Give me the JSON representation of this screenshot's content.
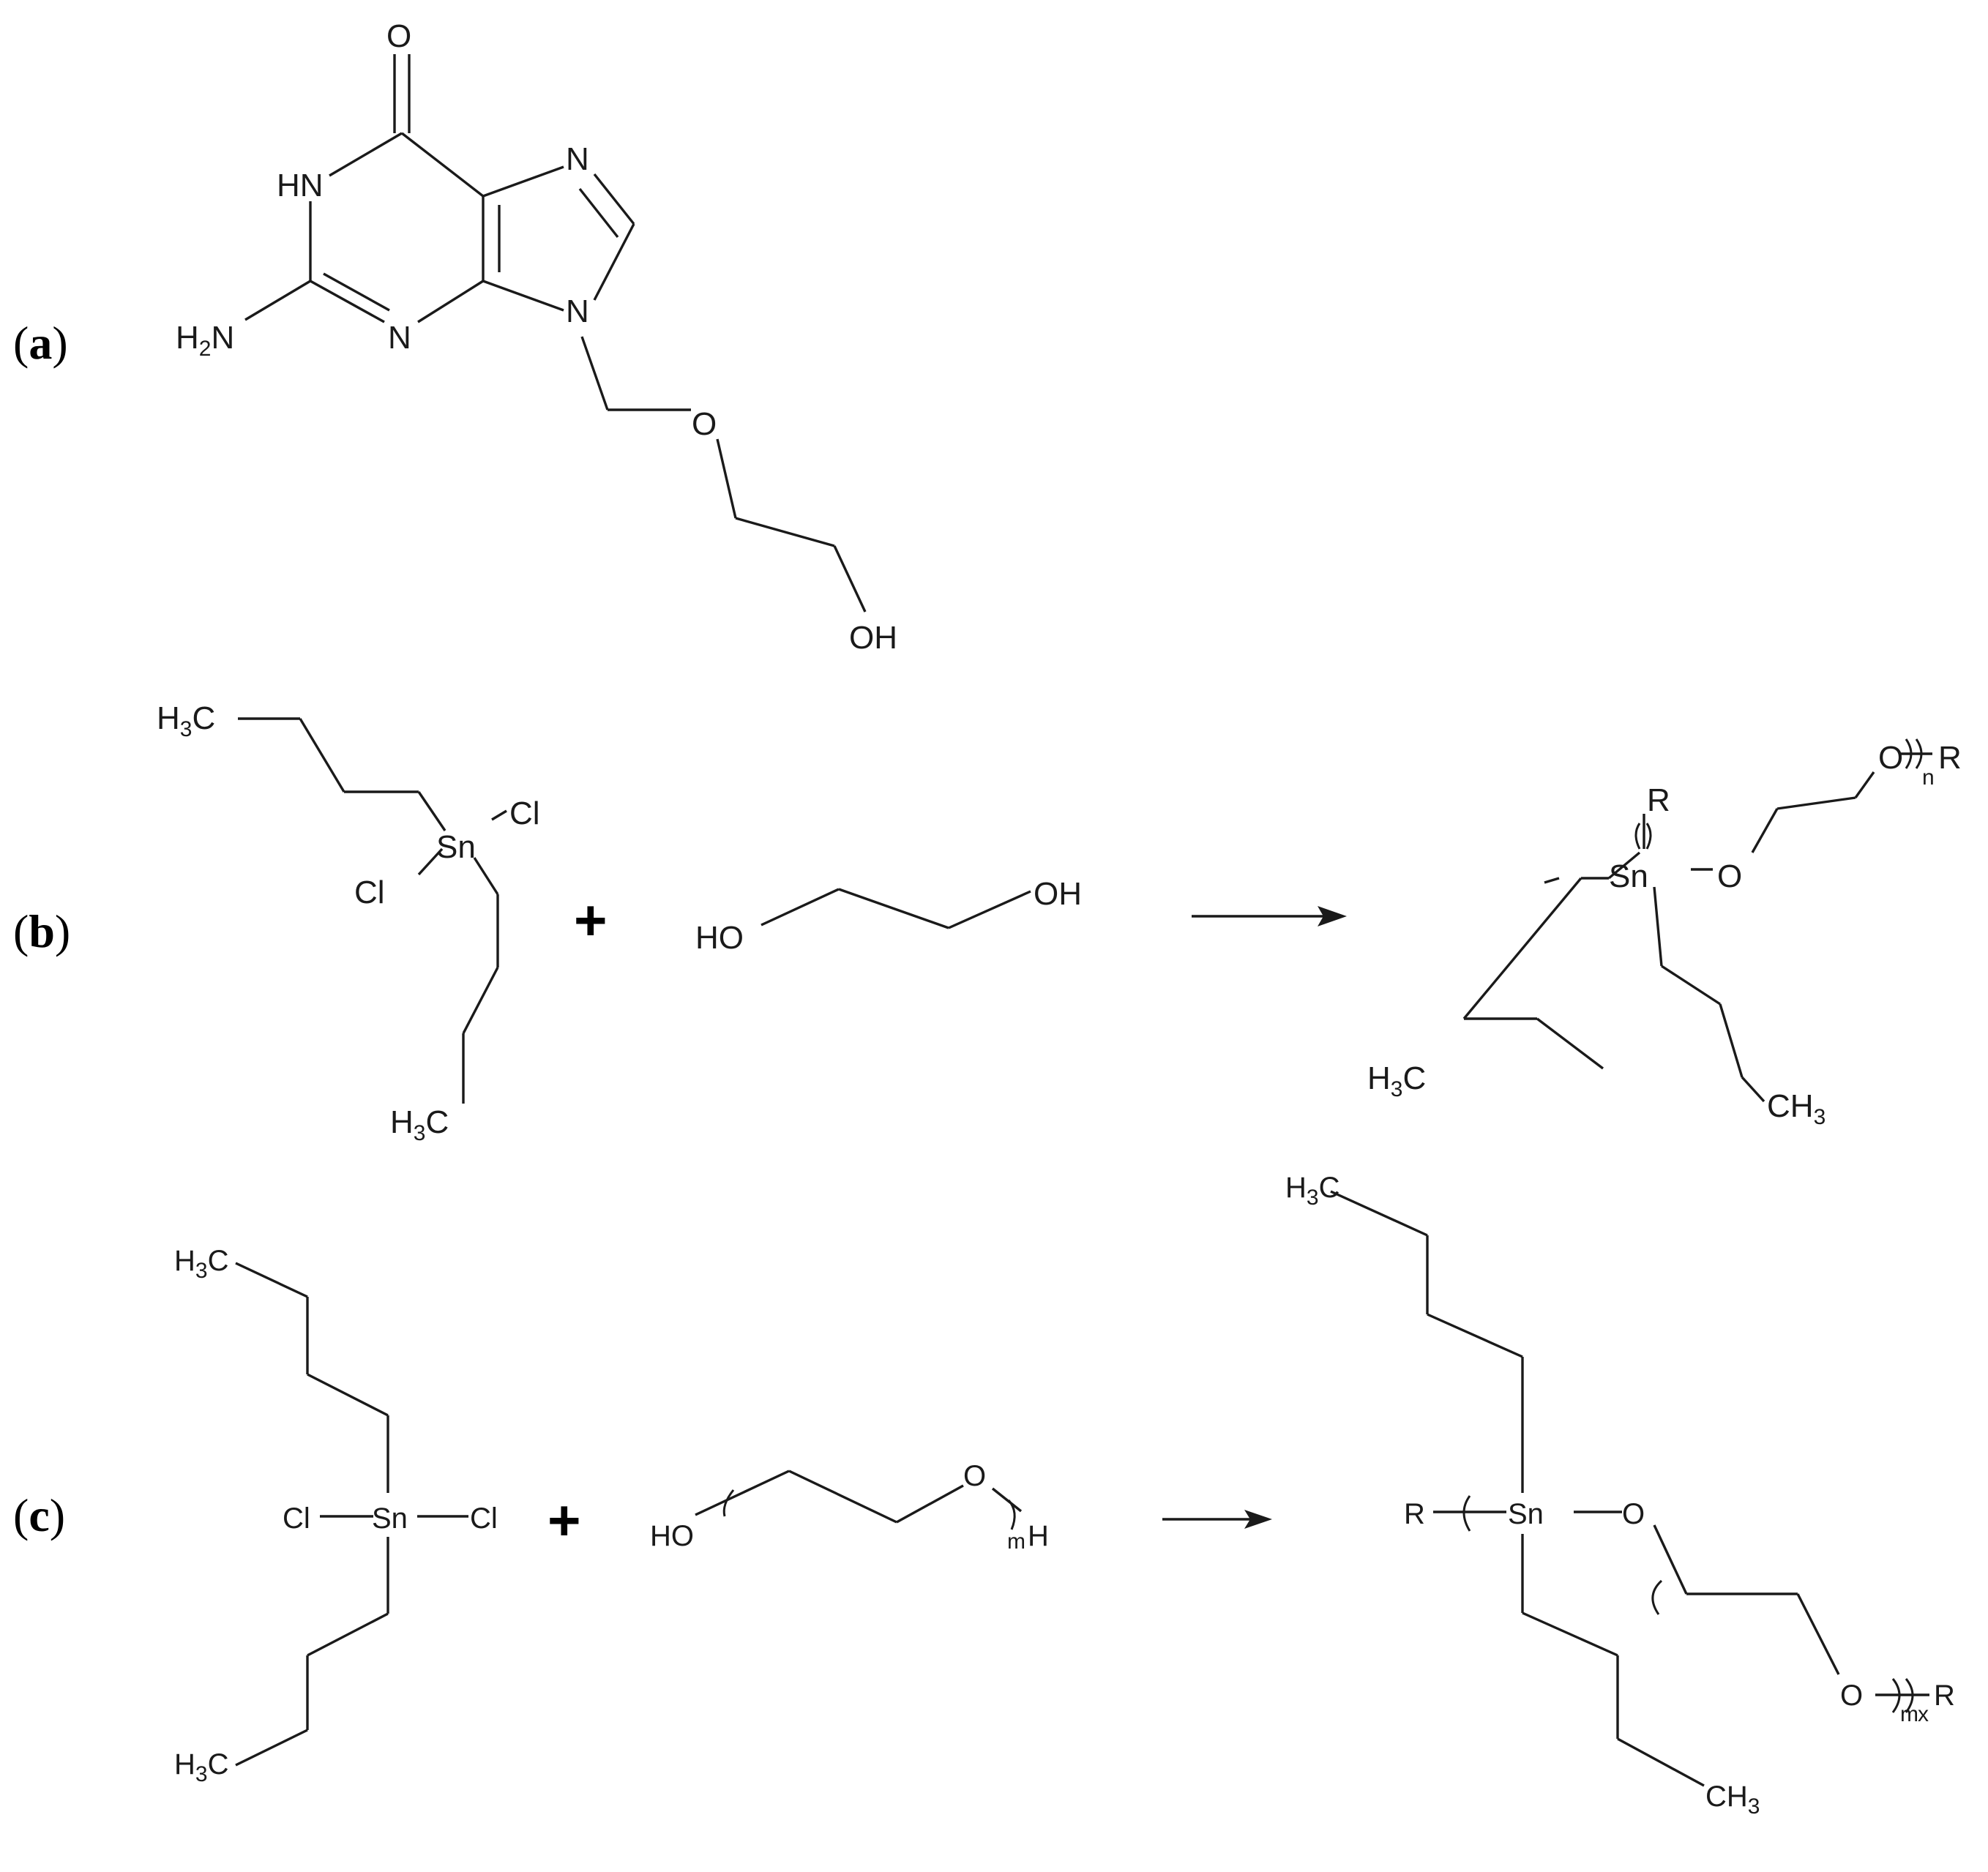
{
  "panels": {
    "a": {
      "label_open": "(",
      "label_letter": "a",
      "label_close": ")",
      "atoms": {
        "o_carbonyl": "O",
        "n_h": "HN",
        "n7": "N",
        "n9": "N",
        "n3": "N",
        "nh2": "H",
        "nh2_sub": "2",
        "nh2_n": "N",
        "o_ether": "O",
        "oh": "OH"
      }
    },
    "b": {
      "label_open": "(",
      "label_letter": "b",
      "label_close": ")",
      "plus": "+",
      "reactant1": {
        "h3c_top": "H",
        "h3c_top_sub": "3",
        "h3c_top_c": "C",
        "sn": "Sn",
        "cl1": "Cl",
        "cl2": "Cl",
        "h3c_bot": "H",
        "h3c_bot_sub": "3",
        "h3c_bot_c": "C"
      },
      "reactant2": {
        "ho": "HO",
        "oh": "OH"
      },
      "product": {
        "r_top": "R",
        "sn": "Sn",
        "o1": "O",
        "o2": "O",
        "n": "n",
        "r_end": "R",
        "h3c": "H",
        "h3c_sub": "3",
        "h3c_c": "C",
        "ch3": "CH",
        "ch3_sub": "3"
      }
    },
    "c": {
      "label_open": "(",
      "label_letter": "c",
      "label_close": ")",
      "plus": "+",
      "reactant1": {
        "h3c_top": "H",
        "h3c_top_sub": "3",
        "h3c_top_c": "C",
        "cl_left": "Cl",
        "sn": "Sn",
        "cl_right": "Cl",
        "h3c_bot": "H",
        "h3c_bot_sub": "3",
        "h3c_bot_c": "C"
      },
      "reactant2": {
        "ho": "HO",
        "o": "O",
        "m": "m",
        "h": "H"
      },
      "product": {
        "h3c": "H",
        "h3c_sub": "3",
        "h3c_c": "C",
        "r_left": "R",
        "sn": "Sn",
        "o1": "O",
        "o2": "O",
        "m": "m",
        "x": "x",
        "r_end": "R",
        "ch3": "CH",
        "ch3_sub": "3"
      }
    }
  }
}
